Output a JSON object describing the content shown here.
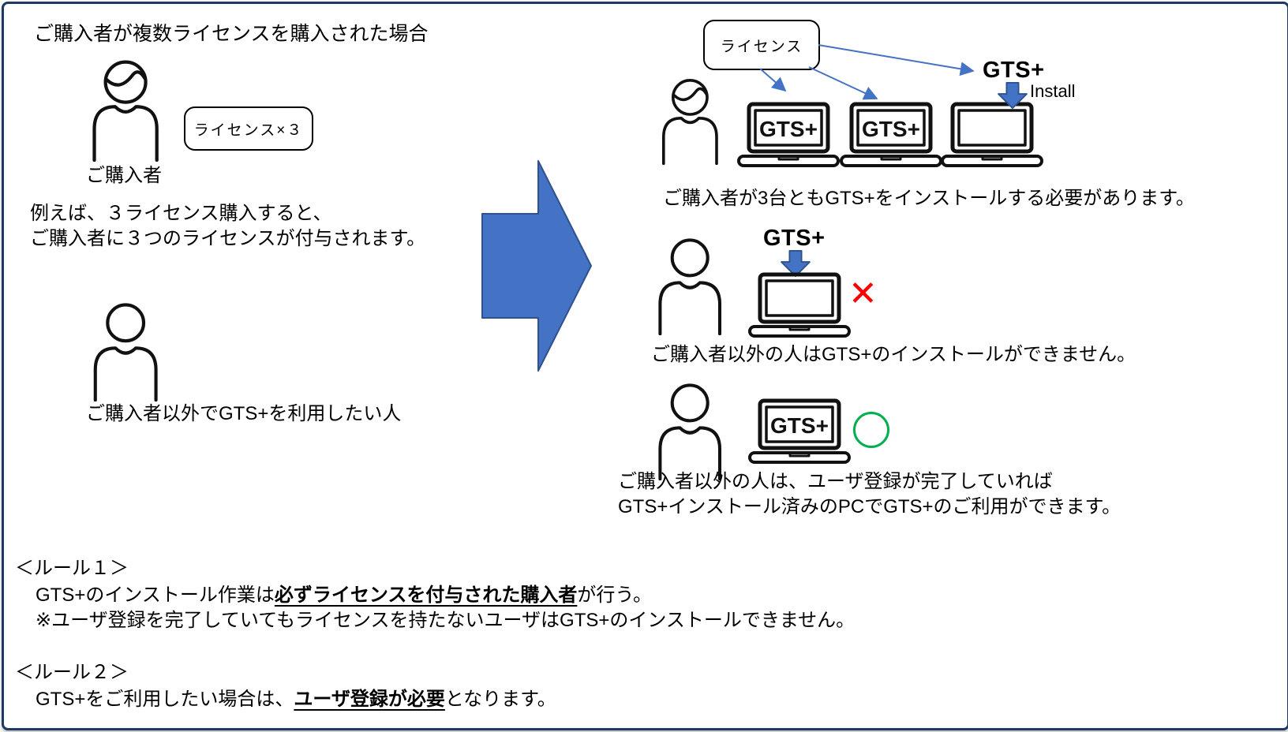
{
  "colors": {
    "frame_navy": "#1f3864",
    "arrow_blue": "#4472c4",
    "arrow_border": "#2f528f",
    "cross_red": "#ff0000",
    "circle_green": "#00b050"
  },
  "left": {
    "title": "ご購入者が複数ライセンスを購入された場合",
    "purchaser_label": "ご購入者",
    "license_badge": "ライセンス×３",
    "example_line1": "例えば、３ライセンス購入すると、",
    "example_line2": "ご購入者に３つのライセンスが付与されます。",
    "other_user_label": "ご購入者以外でGTS+を利用したい人"
  },
  "right": {
    "license_box": "ライセンス",
    "install_gts_label": "GTS+",
    "install_label": "Install",
    "laptop1_screen": "GTS+",
    "laptop2_screen": "GTS+",
    "caption1": "ご購入者が3台ともGTS+をインストールする必要があります。",
    "section2": {
      "gts_label": "GTS+",
      "cross_mark": "✕",
      "caption": "ご購入者以外の人はGTS+のインストールができません。"
    },
    "section3": {
      "laptop_screen": "GTS+",
      "caption_line1": "ご購入者以外の人は、ユーザ登録が完了していれば",
      "caption_line2": "GTS+インストール済みのPCでGTS+のご利用ができます。"
    }
  },
  "rules": {
    "rule1_heading": "＜ルール１＞",
    "rule1_pre": "GTS+のインストール作業は",
    "rule1_bold": "必ずライセンスを付与された購入者",
    "rule1_post": "が行う。",
    "rule1_note": "※ユーザ登録を完了していてもライセンスを持たないユーザはGTS+のインストールできません。",
    "rule2_heading": "＜ルール２＞",
    "rule2_pre": "GTS+をご利用したい場合は、",
    "rule2_bold": "ユーザ登録が必要",
    "rule2_post": "となります。"
  }
}
